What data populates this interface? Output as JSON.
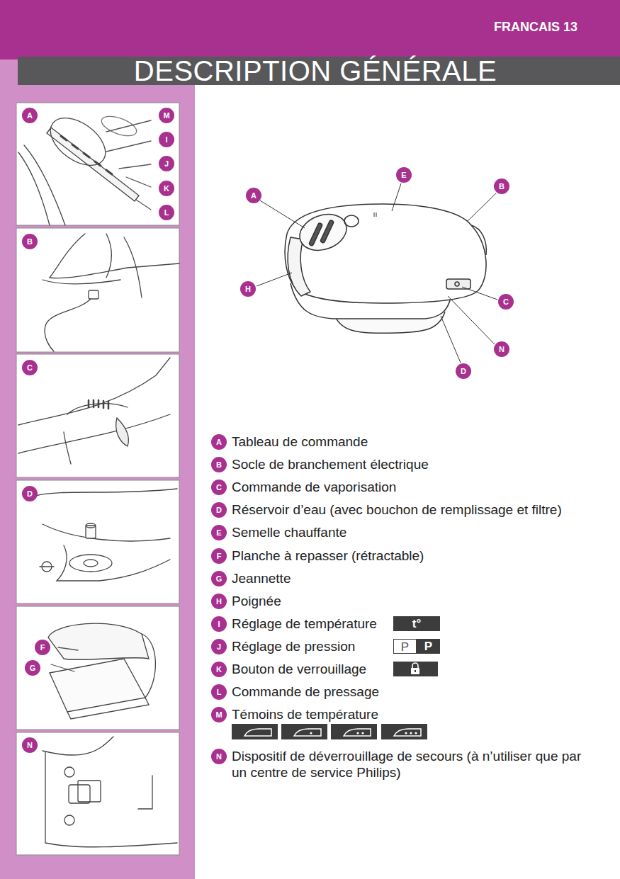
{
  "diagram": {
    "title": "DESCRIPTION GÉNÉRALE",
    "labels": [
      "FRANCAIS",
      "13",
      "A",
      "M",
      "I",
      "J",
      "K",
      "L",
      "B",
      "C",
      "D",
      "F",
      "G",
      "N",
      "E",
      "B",
      "A",
      "H",
      "C",
      "N",
      "D",
      "A",
      "Tableau de commande",
      "B",
      "Socle de branchement électrique",
      "C",
      "Commande de vaporisation",
      "D",
      "Réservoir d’eau (avec bouchon de remplissage et filtre)",
      "E",
      "Semelle chauffante",
      "F",
      "Planche à repasser (rétractable)",
      "G",
      "Jeannette",
      "H",
      "Poignée",
      "I",
      "Réglage de température",
      "t°",
      "J",
      "Réglage de pression",
      "P",
      "P",
      "K",
      "Bouton de verrouillage",
      "L",
      "Commande de pressage",
      "M",
      "Témoins de température",
      "N",
      "Dispositif de déverrouillage de secours (à n’utiliser que par un centre de service Philips)"
    ]
  }
}
